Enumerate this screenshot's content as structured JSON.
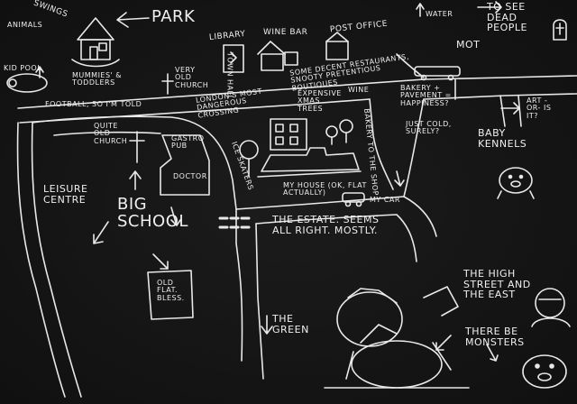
{
  "labels": {
    "swings": "Swings",
    "park": "Park",
    "animals": "Animals",
    "kid_pool": "Kid pool",
    "mummies_toddlers": "Mummies' & Toddlers",
    "very_old_church": "Very old church",
    "town_hall": "Town hall",
    "library": "Library",
    "wine_bar_top": "Wine bar",
    "post_office": "Post office",
    "water": "Water",
    "to_see_dead_people": "To see dead people",
    "mot": "MOT",
    "restaurants": "Some decent restaurants, snooty pretentious boutiques",
    "football": "Football, so I'm told",
    "londons_most": "London's most dangerous crossing",
    "expensive_xmas_trees": "Expensive xmas trees",
    "wine": "Wine",
    "bakery": "Bakery + pavement = happiness?",
    "just_cold": "Just cold, surely?",
    "art": "Art -or- is it?",
    "baby_kennels": "Baby kennels",
    "quite_old_church": "Quite old church",
    "gastro_pub": "Gastro pub",
    "doctor": "Doctor",
    "ice_skaters": "Ice skaters",
    "side_road": "Bakery to the shop",
    "my_house": "My house (ok, flat actually)",
    "my_car": "My car",
    "leisure_centre": "Leisure centre",
    "big_school": "Big school",
    "the_estate": "The estate. Seems all right. Mostly.",
    "old_flat": "Old flat. Bless.",
    "the_green": "The green",
    "high_street": "The high street and the east",
    "monsters": "There be monsters"
  },
  "icons": [
    "arrow-icon",
    "church-cross-icon",
    "house-icon",
    "library-icon",
    "wine-bar-icon",
    "post-office-icon",
    "car-icon",
    "bus-icon",
    "pig-creature-icon",
    "tombstone-icon",
    "monster-icon",
    "person-portrait-icon",
    "tree-icon"
  ],
  "colors": {
    "background": "#141414",
    "chalk": "#eeeeee"
  }
}
